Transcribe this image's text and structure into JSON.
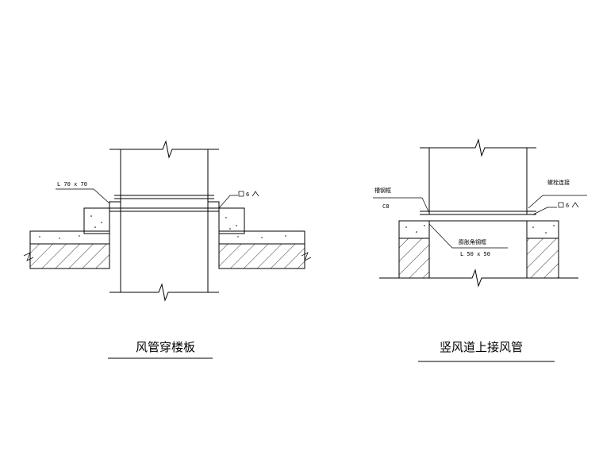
{
  "left_detail": {
    "angle_label": "L 70 x 70",
    "weld_label": "6"
  },
  "right_detail": {
    "left_plate_label_1": "槽钢框",
    "left_plate_label_2": "C8",
    "right_label": "螺栓连接",
    "weld_label": "6",
    "center_label_1": "膨胀角钢框",
    "center_label_2": "L 50 x 50"
  },
  "captions": {
    "left": "风管穿楼板",
    "right": "竖风道上接风管"
  }
}
